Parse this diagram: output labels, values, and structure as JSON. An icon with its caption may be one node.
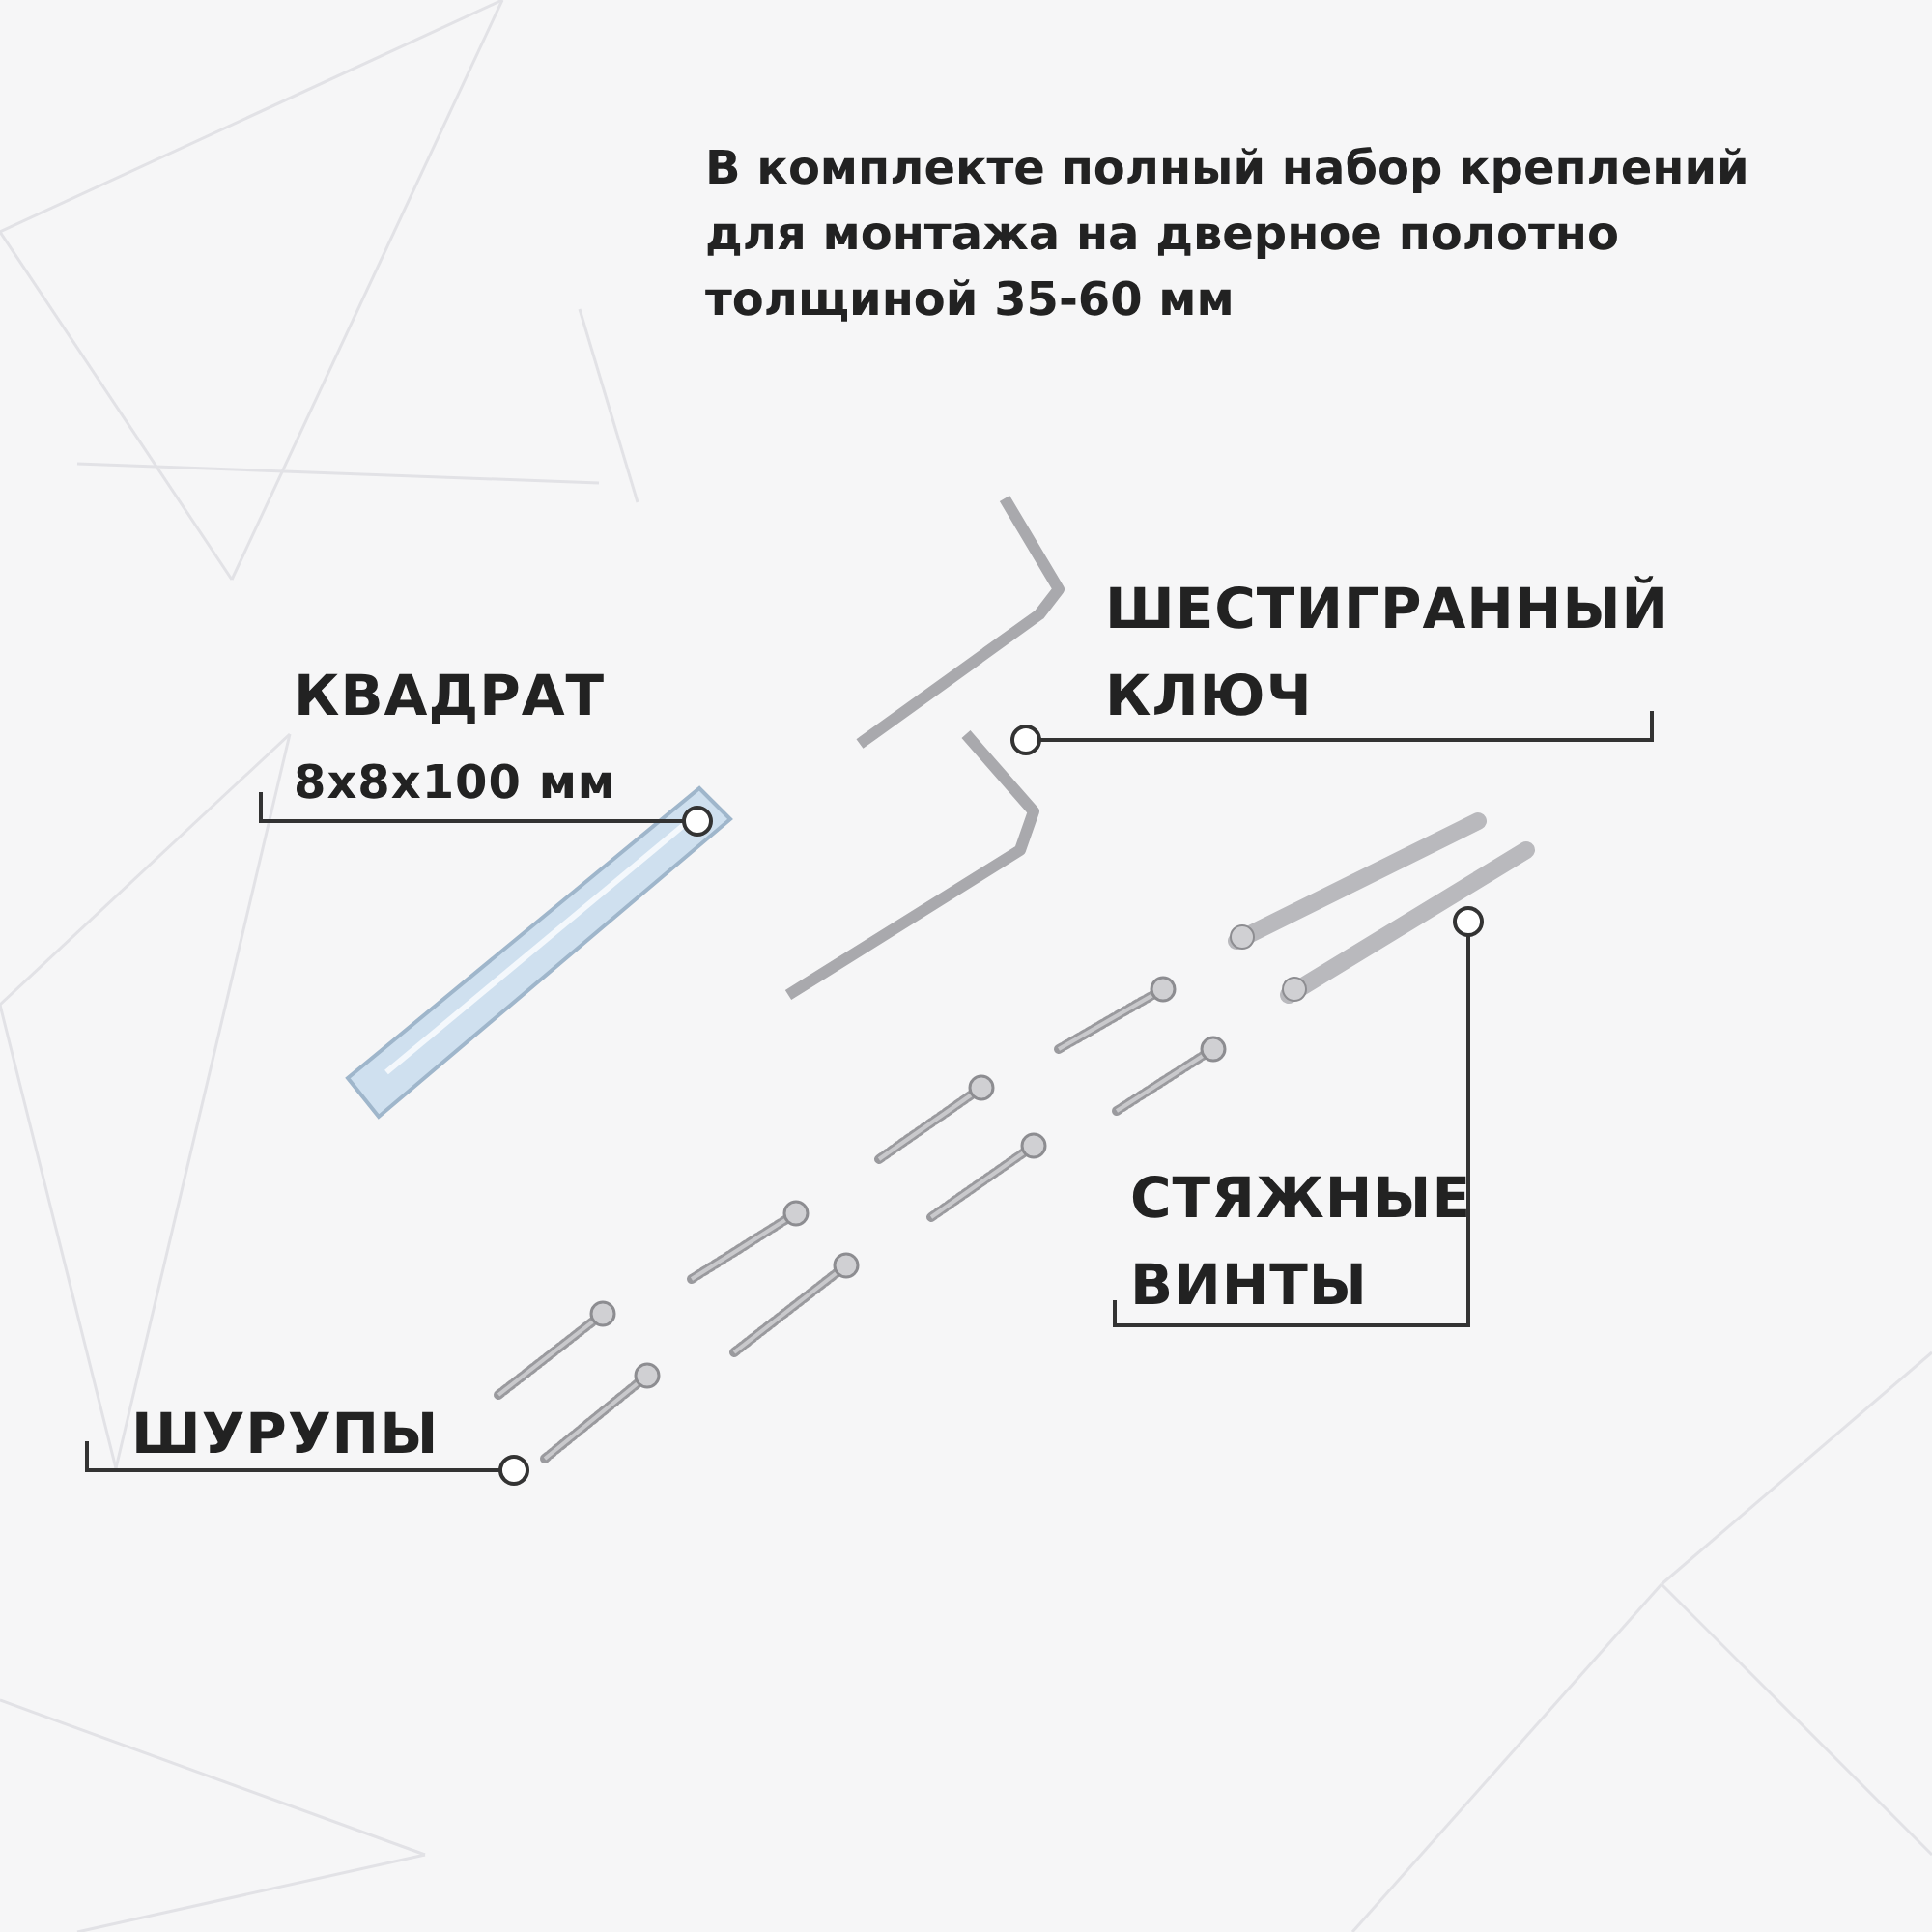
{
  "diagram": {
    "title": "В комплекте полный набор креплений для монтажа на дверное полотно толщиной 35-60 мм",
    "nodes": [
      {
        "text": [
          "КВАДРАТ",
          "8х8х100 мм"
        ]
      },
      {
        "text": [],
        "shape": "picture"
      },
      {
        "text": [
          "ШЕСТИГРАННЫЙ КЛЮЧ"
        ]
      },
      {
        "text": [],
        "shape": "picture"
      },
      {
        "text": [
          "СТЯЖНЫЕ ВИНТЫ"
        ]
      },
      {
        "text": [],
        "shape": "picture"
      },
      {
        "text": [
          "ШУРУПЫ"
        ]
      },
      {
        "text": [],
        "shape": "picture"
      }
    ],
    "edges": [
      {
        "from": 0,
        "to": 1,
        "arrow": "other"
      },
      {
        "from": 2,
        "to": 3,
        "arrow": "other"
      },
      {
        "from": 4,
        "to": 5,
        "arrow": "other"
      },
      {
        "from": 6,
        "to": 7,
        "arrow": "other"
      }
    ]
  }
}
